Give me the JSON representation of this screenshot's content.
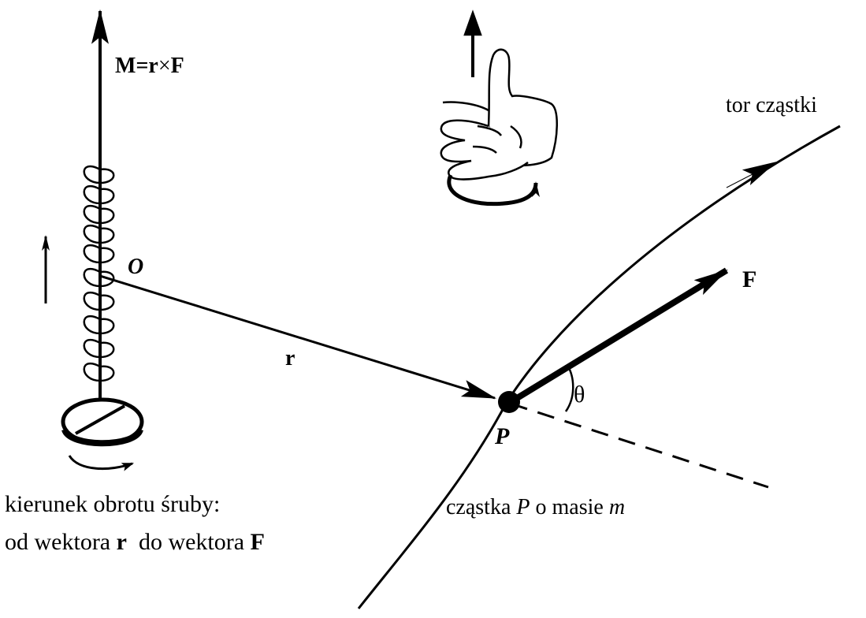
{
  "labels": {
    "moment_M": "M",
    "moment_eq": "=",
    "moment_r": "r",
    "moment_x": "×",
    "moment_F": "F",
    "origin": "O",
    "r_vector": "r",
    "force": "F",
    "angle": "θ",
    "point": "P",
    "trajectory": "tor cząstki"
  },
  "particle_caption": {
    "pre": "cząstka ",
    "P": "P",
    "mid": " o masie ",
    "m": "m"
  },
  "screw_caption": {
    "line1": "kierunek obrotu śruby:",
    "line2_a": "od wektora ",
    "line2_r": "r",
    "line2_b": "  do wektora ",
    "line2_F": "F"
  },
  "icons": [
    "screw-helix-icon",
    "thumb-up-hand-icon",
    "rotation-arrow-icon"
  ],
  "colors": {
    "ink": "#000000",
    "background": "#ffffff"
  }
}
